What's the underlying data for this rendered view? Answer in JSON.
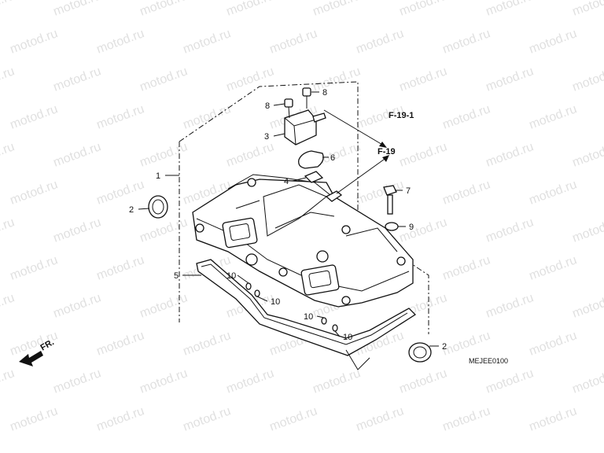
{
  "watermark": "motod.ru",
  "diagram_code": "MEJEE0100",
  "front_indicator": "FR.",
  "refs": {
    "f19_1": "F-19-1",
    "f19": "F-19"
  },
  "callouts": {
    "c1": "1",
    "c2a": "2",
    "c2b": "2",
    "c3": "3",
    "c4": "4",
    "c5": "5",
    "c6": "6",
    "c7": "7",
    "c8a": "8",
    "c8b": "8",
    "c9": "9",
    "c10a": "10",
    "c10b": "10",
    "c10c": "10",
    "c10d": "10"
  }
}
